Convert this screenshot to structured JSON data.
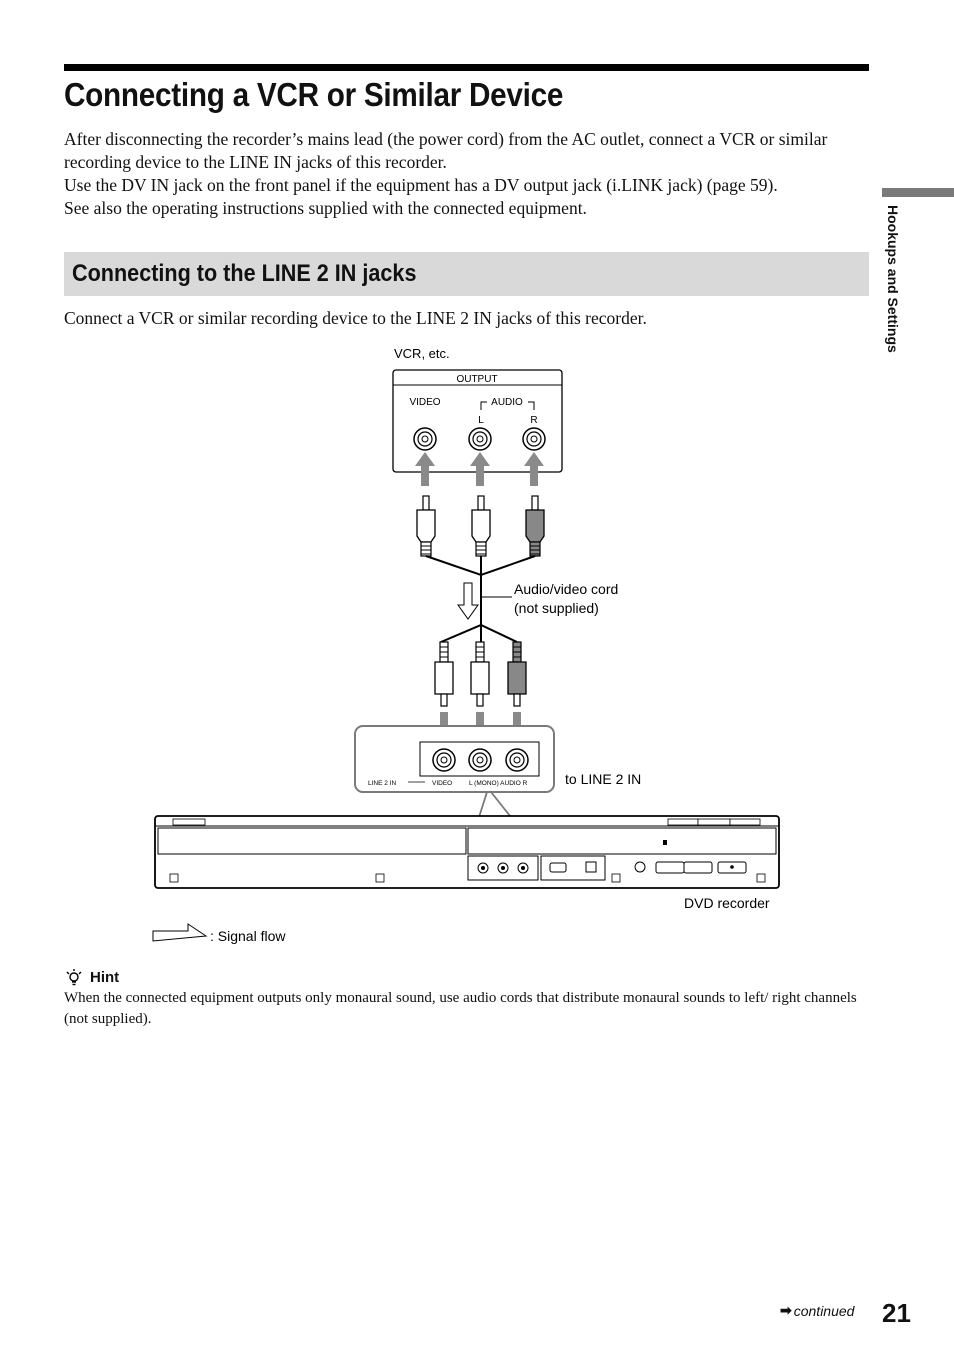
{
  "page": {
    "title": "Connecting a VCR or Similar Device",
    "intro": [
      "After disconnecting the recorder’s mains lead (the power cord) from the AC outlet, connect a VCR or similar recording device to the LINE IN jacks of this recorder.",
      "Use the DV IN  jack on the front panel if the equipment has a DV output jack (i.LINK jack) (page 59).",
      "See also the operating instructions supplied with the connected equipment."
    ],
    "section_title": "Connecting to the LINE 2 IN jacks",
    "section_intro": "Connect a VCR or similar recording device to the LINE 2 IN jacks of this recorder.",
    "sidebar_label": "Hookups and Settings",
    "page_number": "21",
    "continued": "continued"
  },
  "diagram": {
    "vcr_label": "VCR, etc.",
    "output_label": "OUTPUT",
    "video_label": "VIDEO",
    "audio_label": "AUDIO",
    "left_label": "L",
    "right_label": "R",
    "cord_label_1": "Audio/video cord",
    "cord_label_2": "(not supplied)",
    "to_line_label": "to LINE 2 IN",
    "panel_line2": "LINE 2 IN",
    "panel_video": "VIDEO",
    "panel_audio": "L (MONO)  AUDIO  R",
    "dvd_label": "DVD recorder",
    "signal_flow": ": Signal flow"
  },
  "hint": {
    "title": "Hint",
    "text": "When the connected equipment outputs only monaural sound, use audio cords that distribute monaural sounds to left/ right channels (not supplied)."
  }
}
